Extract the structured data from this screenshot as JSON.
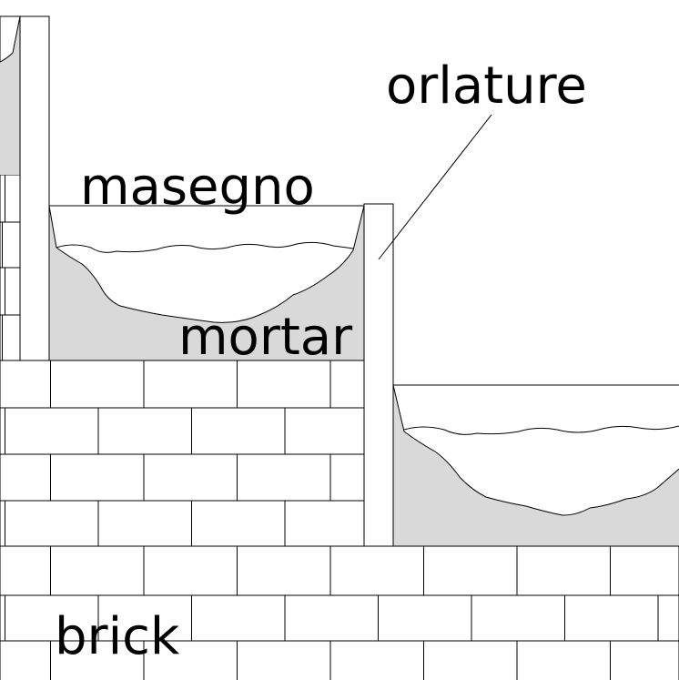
{
  "labels": {
    "orlature": "orlature",
    "masegno": "masegno",
    "mortar": "mortar",
    "brick": "brick"
  },
  "colors": {
    "mortar_fill": "#d9d9d9",
    "stone_fill": "#ffffff",
    "line": "#000000"
  }
}
